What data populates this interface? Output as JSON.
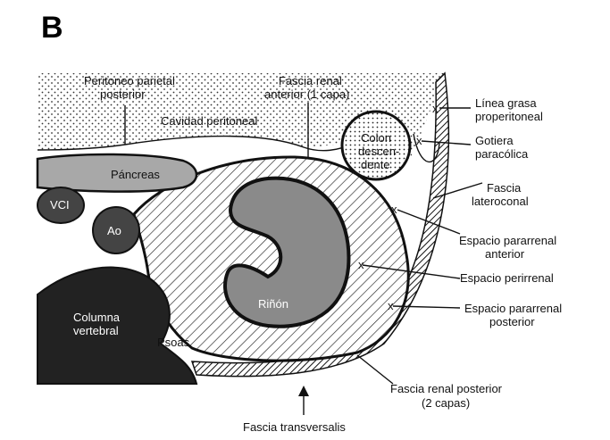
{
  "panel_letter": "B",
  "labels": {
    "peritoneo_line1": "Peritoneo parietal",
    "peritoneo_line2": "posterior",
    "fascia_renal_ant_line1": "Fascia renal",
    "fascia_renal_ant_line2": "anterior (1 capa)",
    "cavidad": "Cavidad peritoneal",
    "linea_grasa_line1": "Línea grasa",
    "linea_grasa_line2": "properitoneal",
    "colon_line1": "Colon",
    "colon_line2": "descen-",
    "colon_line3": "dente",
    "gotiera_line1": "Gotiera",
    "gotiera_line2": "paracólica",
    "pancreas": "Páncreas",
    "fascia_lat_line1": "Fascia",
    "fascia_lat_line2": "lateroconal",
    "vci": "VCI",
    "ao": "Ao",
    "pararrenal_ant_line1": "Espacio pararrenal",
    "pararrenal_ant_line2": "anterior",
    "perirrenal": "Espacio perirrenal",
    "pararrenal_post_line1": "Espacio pararrenal",
    "pararrenal_post_line2": "posterior",
    "columna_line1": "Columna",
    "columna_line2": "vertebral",
    "rinon": "Riñón",
    "psoas": "Psoas",
    "fascia_post_line1": "Fascia renal posterior",
    "fascia_post_line2": "(2 capas)",
    "transversalis": "Fascia transversalis"
  },
  "markers": [
    "x",
    "x",
    "x",
    "x",
    "x"
  ],
  "colors": {
    "dark_fill": "#222222",
    "pancreas_fill": "#a8a8a8",
    "kidney_fill": "#8a8a8a",
    "vessel_fill": "#4a4a4a",
    "background": "#ffffff"
  }
}
